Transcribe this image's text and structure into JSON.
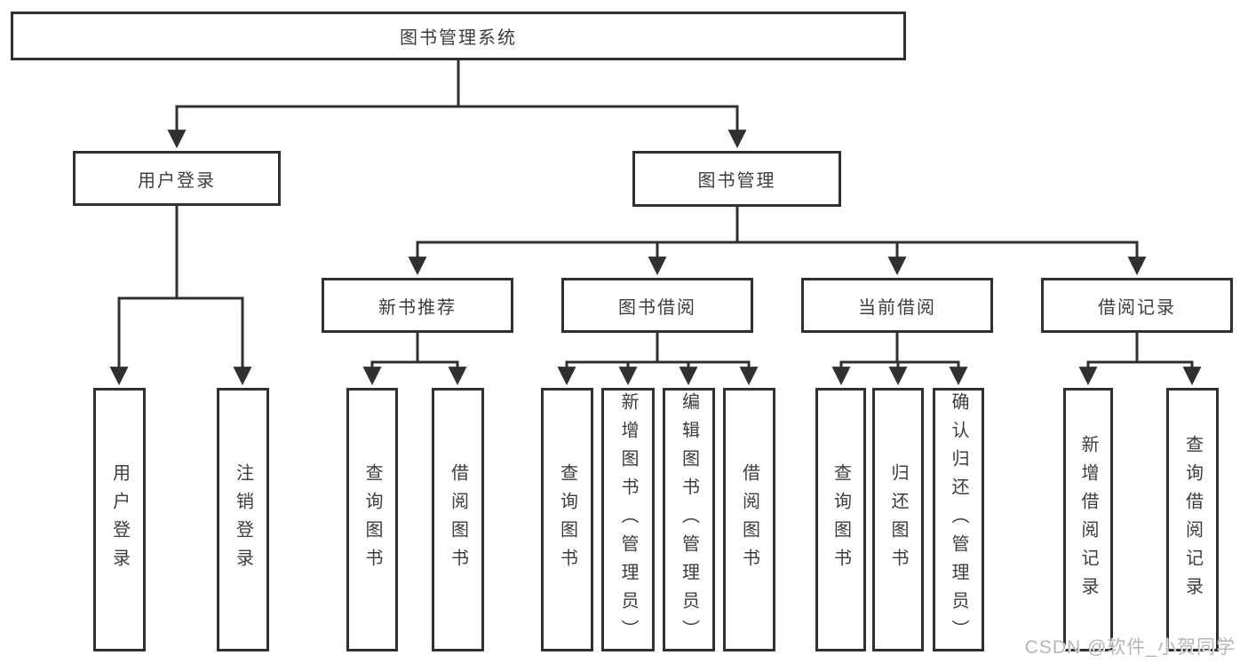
{
  "diagram": {
    "root": {
      "label": "图书管理系统"
    },
    "level2": [
      {
        "label": "用户登录"
      },
      {
        "label": "图书管理"
      }
    ],
    "level3": [
      {
        "label": "新书推荐"
      },
      {
        "label": "图书借阅"
      },
      {
        "label": "当前借阅"
      },
      {
        "label": "借阅记录"
      }
    ],
    "leaves": {
      "user_login": [
        "用户登录",
        "注销登录"
      ],
      "new_books": [
        "查询图书",
        "借阅图书"
      ],
      "book_borrow": [
        "查询图书",
        "新增图书（管理员）",
        "编辑图书（管理员）",
        "借阅图书"
      ],
      "current_borrow": [
        "查询图书",
        "归还图书",
        "确认归还（管理员）"
      ],
      "borrow_records": [
        "新增借阅记录",
        "查询借阅记录"
      ]
    }
  },
  "watermark": "CSDN @软件_小贺同学",
  "colors": {
    "line": "#303030",
    "text": "#3d3d3d",
    "watermark": "#b4b6ba",
    "background": "#ffffff"
  }
}
